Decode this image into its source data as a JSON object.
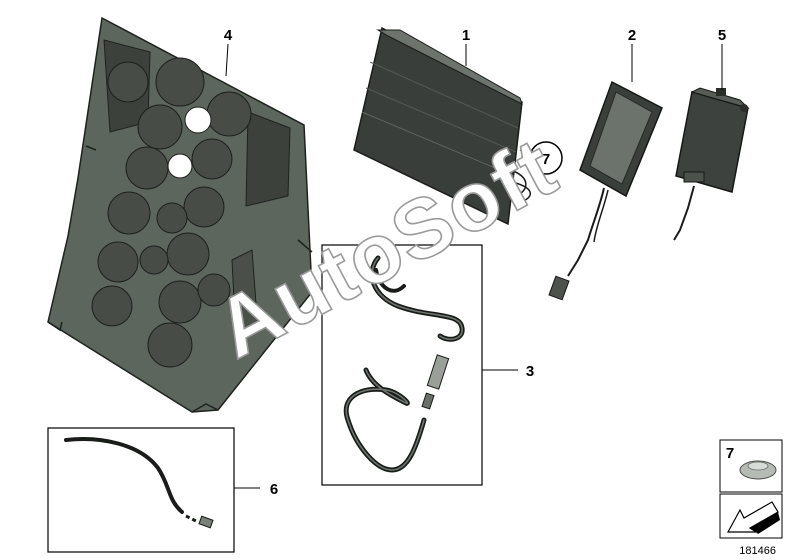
{
  "callouts": {
    "c1": "1",
    "c2": "2",
    "c3": "3",
    "c4": "4",
    "c5": "5",
    "c6": "6",
    "c7": "7"
  },
  "legend": {
    "label": "7"
  },
  "watermark": "AutoSoft",
  "reference_number": "181466",
  "colors": {
    "part_fill": "#5d665d",
    "part_dark": "#2e322e",
    "hole_fill": "#444844",
    "line": "#000000"
  }
}
